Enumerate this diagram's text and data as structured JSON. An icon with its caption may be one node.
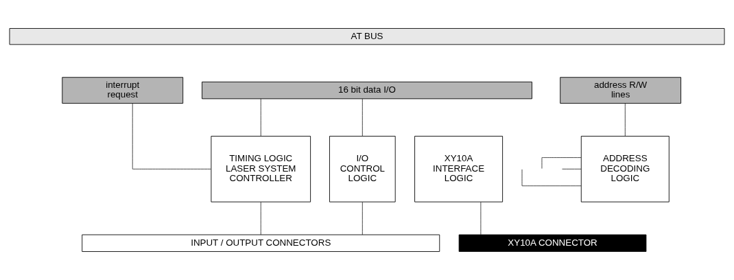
{
  "diagram": {
    "nodes": [
      {
        "text": [
          "AT BUS"
        ]
      },
      {
        "text": [
          "interrupt request"
        ]
      },
      {
        "text": [
          "16 bit data I/O"
        ]
      },
      {
        "text": [
          "address R/W lines"
        ]
      },
      {
        "text": [
          "TIMING LOGIC LASER SYSTEM CONTROLLER"
        ]
      },
      {
        "text": [
          "I/O CONTROL LOGIC"
        ]
      },
      {
        "text": [
          "XY10A INTERFACE LOGIC"
        ]
      },
      {
        "text": [
          "ADDRESS DECODING LOGIC"
        ]
      },
      {
        "text": [
          "INPUT / OUTPUT CONNECTORS"
        ]
      },
      {
        "text": [
          "XY10A CONNECTOR"
        ]
      }
    ],
    "edges": [
      {
        "from": 2,
        "to": 4,
        "arrow": "none"
      },
      {
        "from": 2,
        "to": 5,
        "arrow": "none"
      },
      {
        "from": 3,
        "to": 7,
        "arrow": "none"
      },
      {
        "from": 1,
        "to": 4,
        "arrow": "none"
      },
      {
        "from": 4,
        "to": 8,
        "arrow": "none"
      },
      {
        "from": 5,
        "to": 8,
        "arrow": "none"
      },
      {
        "from": 6,
        "to": 9,
        "arrow": "none"
      },
      {
        "from": null,
        "to": 7,
        "arrow": "none"
      },
      {
        "from": null,
        "to": 7,
        "arrow": "none"
      },
      {
        "from": null,
        "to": 7,
        "arrow": "none"
      }
    ]
  }
}
